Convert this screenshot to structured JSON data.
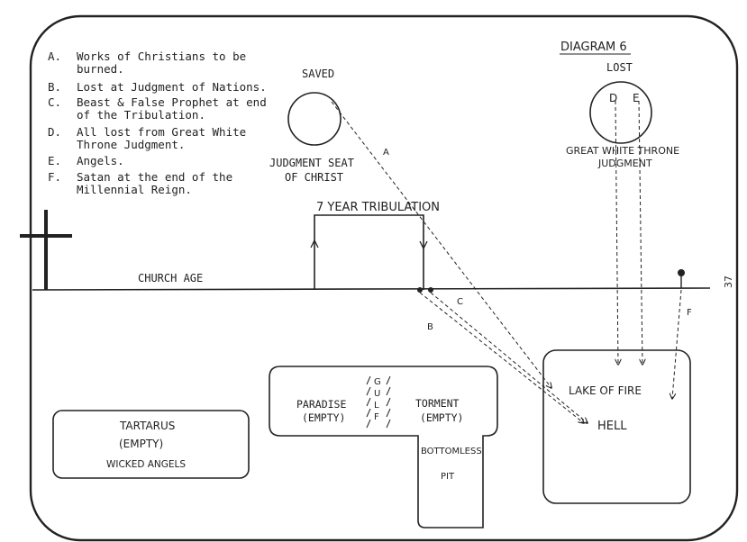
{
  "diagram": {
    "title": "DIAGRAM 6",
    "page_number": "37"
  },
  "legend": {
    "items": [
      {
        "key": "A.",
        "line1": "Works of Christians to be",
        "line2": "burned."
      },
      {
        "key": "B.",
        "line1": "Lost at Judgment of Nations.",
        "line2": ""
      },
      {
        "key": "C.",
        "line1": "Beast & False Prophet at end",
        "line2": "of the Tribulation."
      },
      {
        "key": "D.",
        "line1": "All lost from Great White",
        "line2": "Throne Judgment."
      },
      {
        "key": "E.",
        "line1": "Angels.",
        "line2": ""
      },
      {
        "key": "F.",
        "line1": "Satan at the end of the",
        "line2": "Millennial Reign."
      }
    ]
  },
  "saved": {
    "label": "SAVED",
    "caption_line1": "JUDGMENT SEAT",
    "caption_line2": "OF CHRIST"
  },
  "lost": {
    "label": "LOST",
    "marker_d": "D",
    "marker_e": "E",
    "caption_line1": "GREAT WHITE THRONE",
    "caption_line2": "JUDGMENT"
  },
  "tribulation": {
    "label": "7 YEAR TRIBULATION"
  },
  "church_age": {
    "label": "CHURCH AGE"
  },
  "path_labels": {
    "a": "A",
    "b": "B",
    "c": "C",
    "f": "F"
  },
  "paradise": {
    "label": "PARADISE",
    "status": "(EMPTY)"
  },
  "gulf": {
    "letters": [
      "G",
      "U",
      "L",
      "F"
    ]
  },
  "torment": {
    "label": "TORMENT",
    "status": "(EMPTY)"
  },
  "pit": {
    "line1": "BOTTOMLESS",
    "line2": "PIT"
  },
  "tartarus": {
    "label": "TARTARUS",
    "status": "(EMPTY)",
    "note": "WICKED ANGELS"
  },
  "lake": {
    "label": "LAKE OF FIRE",
    "hell": "HELL"
  },
  "colors": {
    "ink": "#222222",
    "paper": "#ffffff"
  }
}
